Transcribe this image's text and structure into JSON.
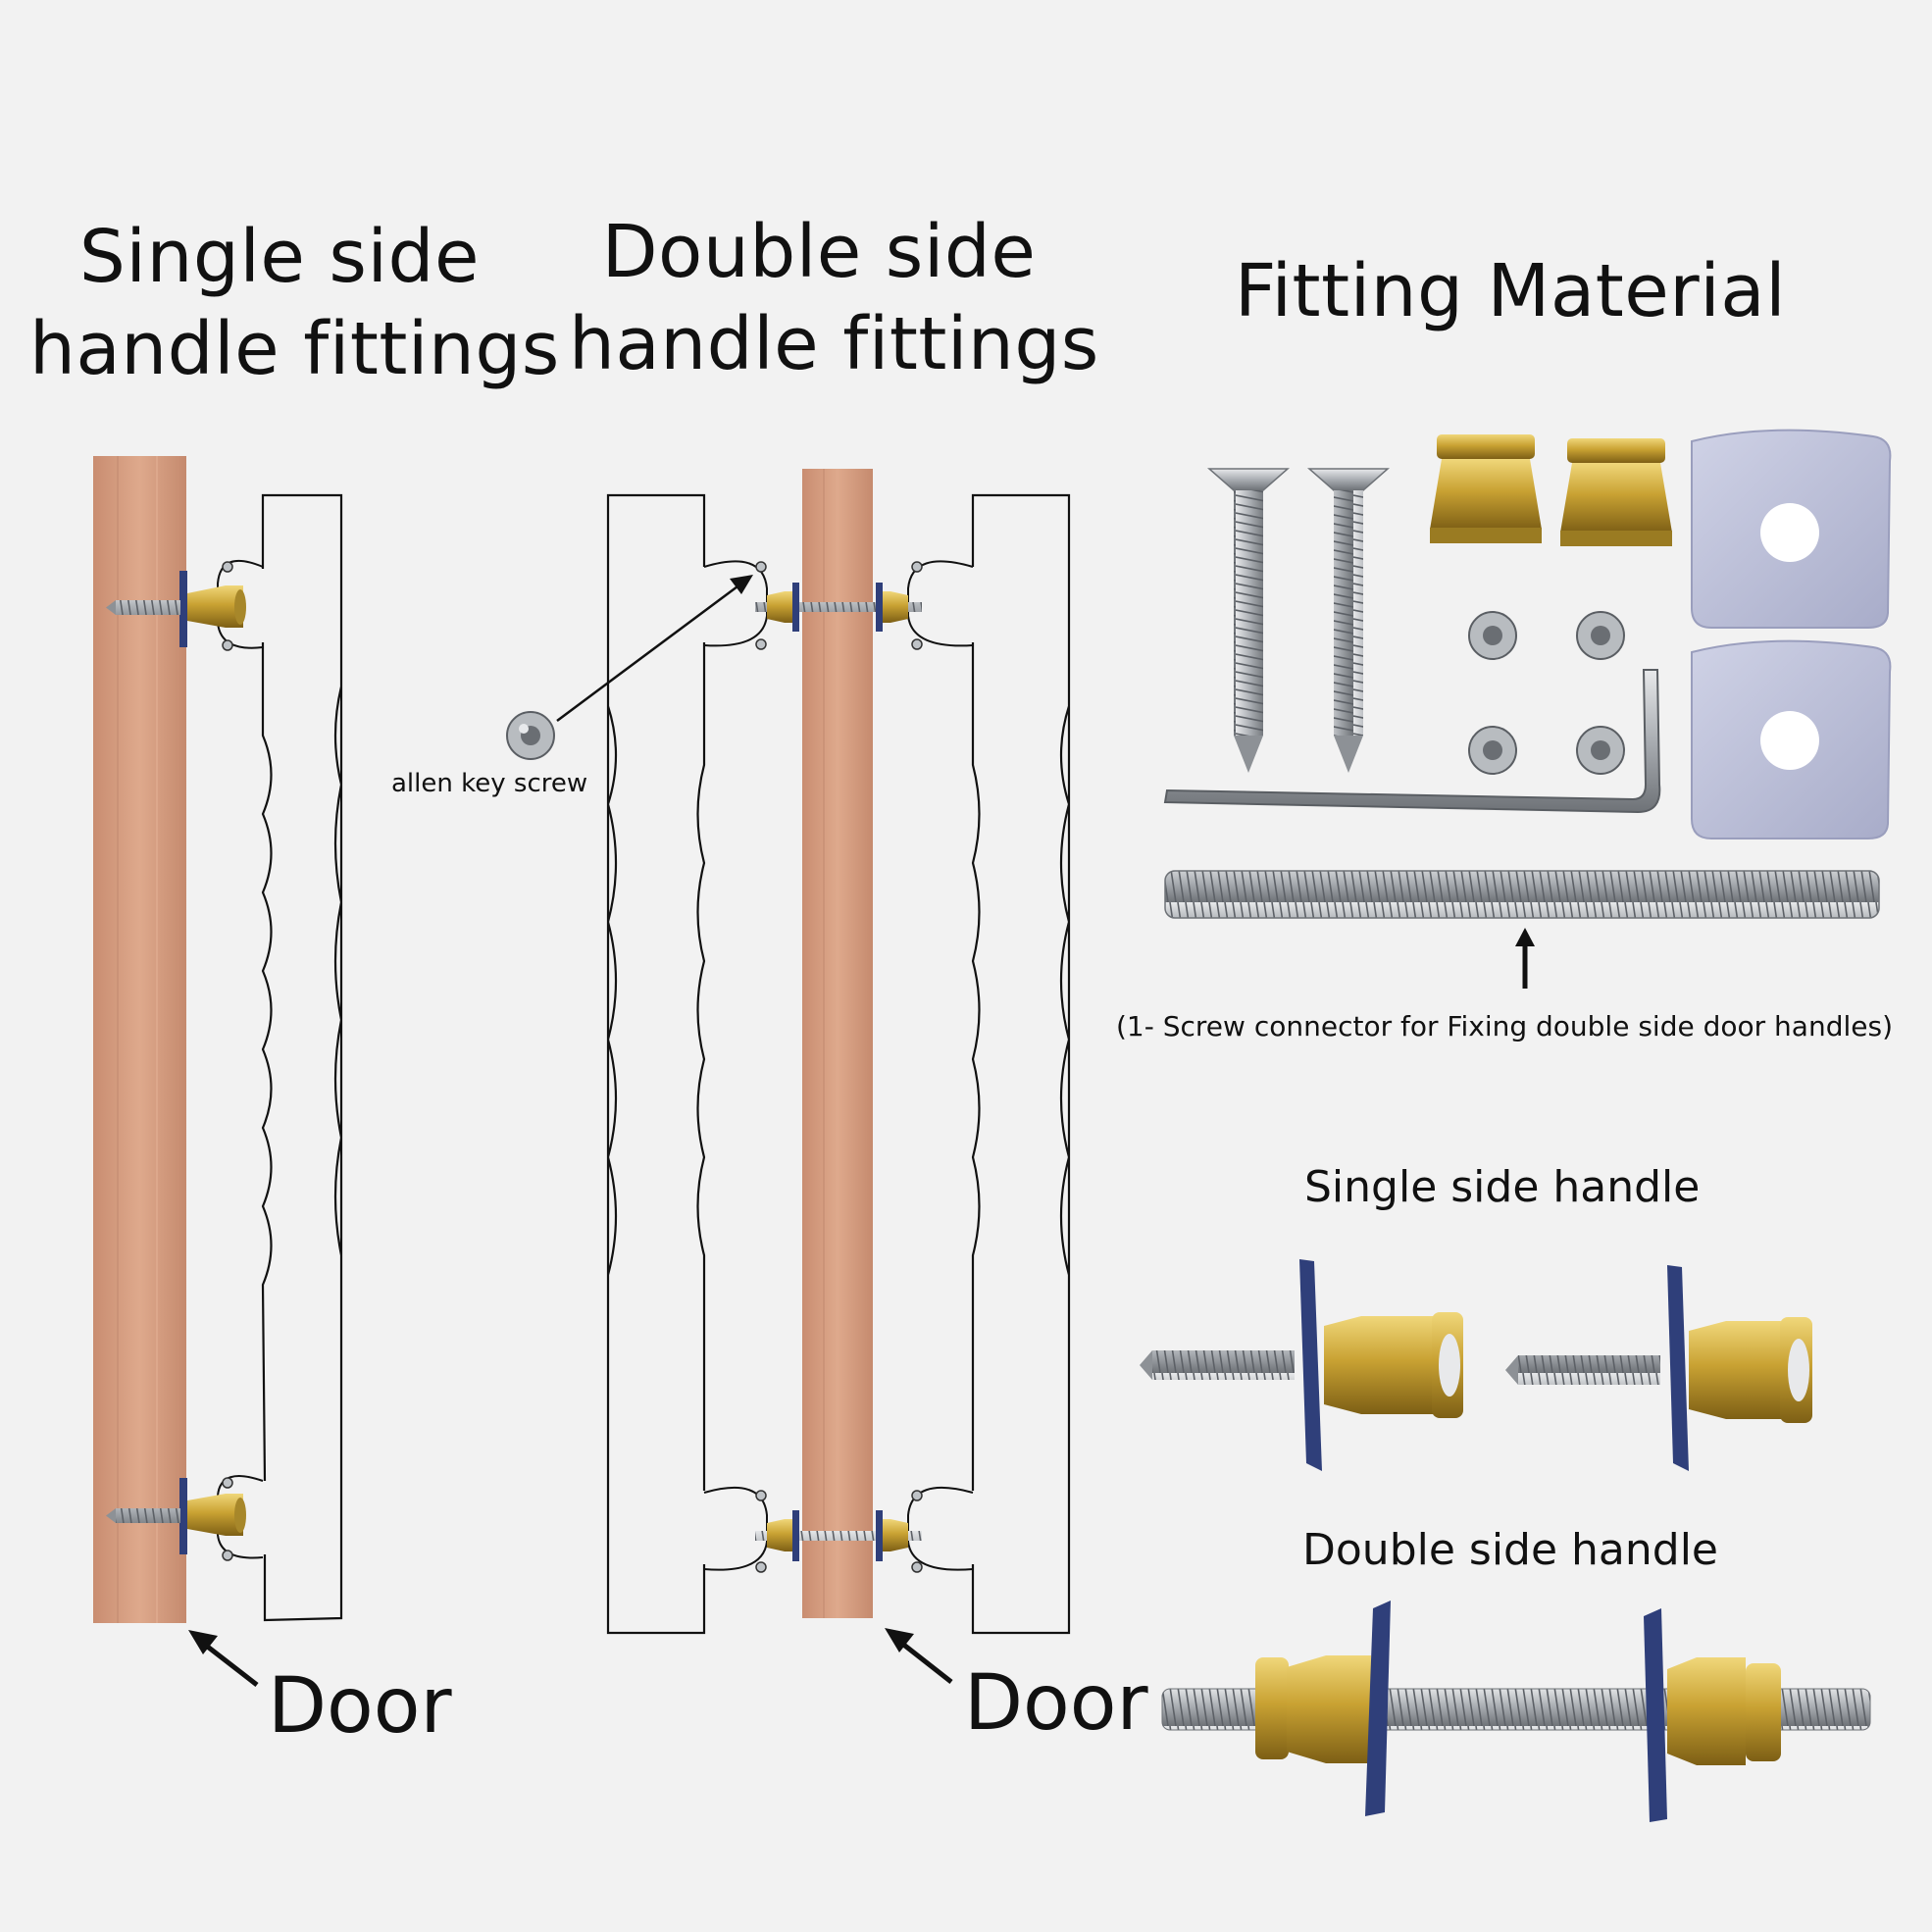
{
  "titles": {
    "single_line1": "Single side",
    "single_line2": "handle fittings",
    "double_line1": "Double side",
    "double_line2": "handle fittings",
    "material": "Fitting Material"
  },
  "labels": {
    "door_left": "Door",
    "door_right": "Door",
    "allen_key_screw": "allen key screw",
    "connector_caption": "(1- Screw connector for Fixing double side door handles)",
    "single_side_handle": "Single side handle",
    "double_side_handle": "Double side handle"
  },
  "colors": {
    "background": "#f2f2f2",
    "wood": "#d8a083",
    "brass": "#c9a233",
    "steel": "#a9adb2",
    "pad": "#b9bdd6",
    "washer": "#2f3f7a"
  }
}
